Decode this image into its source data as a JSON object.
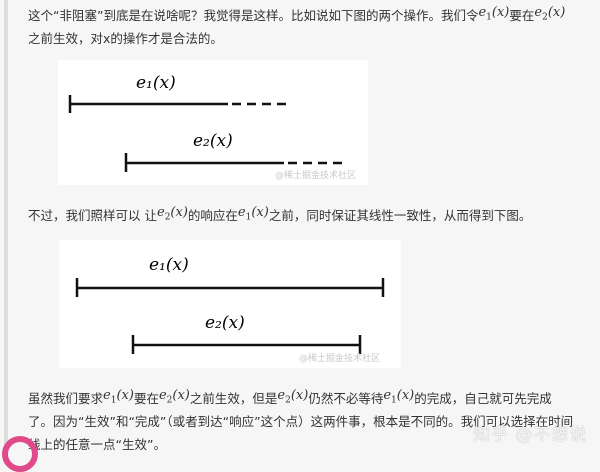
{
  "paragraphs": {
    "p1_a": "这个“非阻塞”到底是在说啥呢？我觉得是这样。比如说如下图的两个操作。我们令",
    "p1_b": "要在",
    "p1_c": "之前生效，对x的操作才是合法的。",
    "p2_a": "不过，我们照样可以 让",
    "p2_b": "的响应在",
    "p2_c": "之前，同时保证其线性一致性，从而得到下图。",
    "p3_a": "虽然我们要求",
    "p3_b": "要在",
    "p3_c": "之前生效，但是",
    "p3_d": "仍然不必等待",
    "p3_e": "的完成，自己就可先完成",
    "p3_line2": "了。因为“生效”和“完成”（或者到达“响应”这个点）这两件事，根本是不同的。我们可以选择在时间",
    "p3_line3": "线上的任意一点“生效”。"
  },
  "math": {
    "e1_base": "e",
    "e1_sub": "1",
    "e2_base": "e",
    "e2_sub": "2",
    "arg": "(x)"
  },
  "figures": {
    "fig1_label1": "e₁(x)",
    "fig1_label2": "e₂(x)",
    "fig2_label1": "e₁(x)",
    "fig2_label2": "e₂(x)",
    "image_watermark": "@稀土掘金技术社区"
  },
  "watermark": "知乎 @不想说",
  "colors": {
    "badge": "#e0498a",
    "background": "#f6f6f6",
    "quote_bar": "#dcdcdc"
  }
}
